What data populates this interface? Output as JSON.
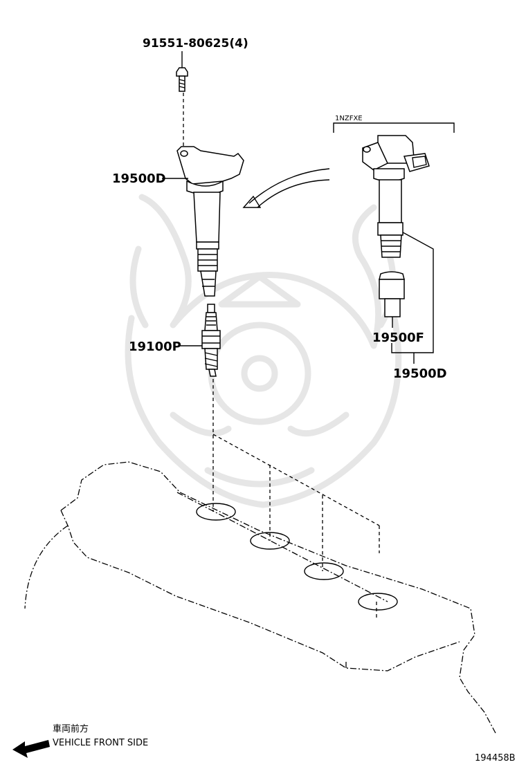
{
  "parts": {
    "bolt": "91551-80625(4)",
    "ignition_coil": "19500D",
    "spark_plug": "19100P",
    "coil_boot": "19500F",
    "coil_assembly": "19500D"
  },
  "engine_variant": "1NZFXE",
  "direction": {
    "japanese": "車両前方",
    "english": "VEHICLE FRONT SIDE"
  },
  "illustration_number": "194458B"
}
